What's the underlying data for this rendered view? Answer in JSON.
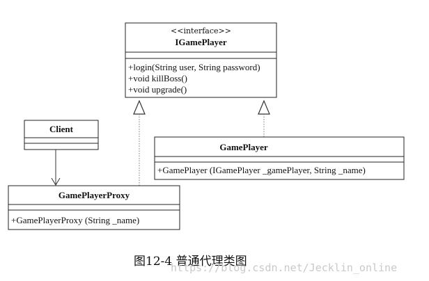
{
  "interface_box": {
    "stereotype": "<<interface>>",
    "name": "IGamePlayer",
    "methods": [
      "+login(String user, String password)",
      "+void killBoss()",
      "+void upgrade()"
    ]
  },
  "client_box": {
    "name": "Client"
  },
  "game_player_box": {
    "name": "GamePlayer",
    "methods": [
      "+GamePlayer (IGamePlayer _gamePlayer, String _name)"
    ]
  },
  "proxy_box": {
    "name": "GamePlayerProxy",
    "methods": [
      "+GamePlayerProxy (String _name)"
    ]
  },
  "caption": "图12-4 普通代理类图",
  "watermark": "https://blog.csdn.net/Jecklin_online",
  "colors": {
    "line": "#222222",
    "watermark": "#c9c9c9"
  }
}
